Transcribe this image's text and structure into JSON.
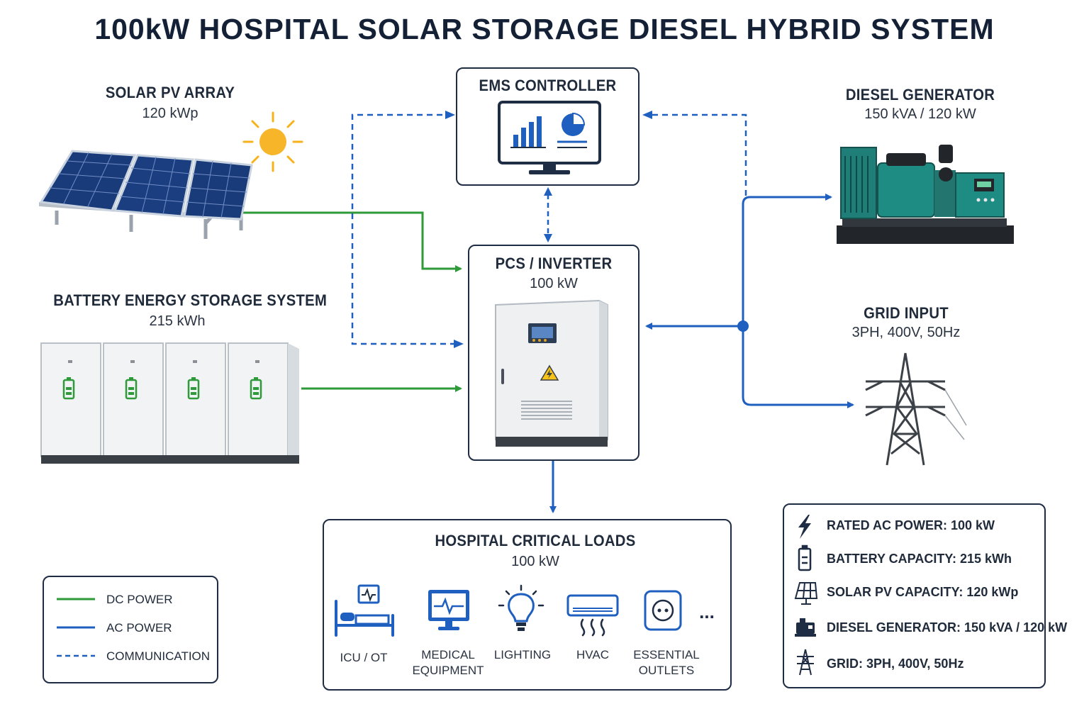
{
  "title": "100kW HOSPITAL SOLAR STORAGE DIESEL HYBRID SYSTEM",
  "components": {
    "solar": {
      "name": "SOLAR PV ARRAY",
      "rating": "120 kWp"
    },
    "battery": {
      "name": "BATTERY ENERGY STORAGE SYSTEM",
      "rating": "215 kWh"
    },
    "ems": {
      "name": "EMS CONTROLLER"
    },
    "pcs": {
      "name": "PCS / INVERTER",
      "rating": "100 kW"
    },
    "diesel": {
      "name": "DIESEL GENERATOR",
      "rating": "150 kVA / 120 kW"
    },
    "grid": {
      "name": "GRID INPUT",
      "rating": "3PH, 400V, 50Hz"
    },
    "loads": {
      "name": "HOSPITAL CRITICAL LOADS",
      "rating": "100 kW",
      "items": [
        "ICU / OT",
        "MEDICAL EQUIPMENT",
        "LIGHTING",
        "HVAC",
        "ESSENTIAL OUTLETS"
      ],
      "more": "..."
    }
  },
  "legend": [
    {
      "label": "DC POWER",
      "color": "#2e9a3a",
      "style": "solid"
    },
    {
      "label": "AC POWER",
      "color": "#1f5fbf",
      "style": "solid"
    },
    {
      "label": "COMMUNICATION",
      "color": "#1f5fbf",
      "style": "dashed"
    }
  ],
  "specs": [
    {
      "label": "RATED AC POWER:",
      "value": "100 kW",
      "icon": "lightning-icon"
    },
    {
      "label": "BATTERY CAPACITY:",
      "value": "215 kWh",
      "icon": "battery-icon"
    },
    {
      "label": "SOLAR PV CAPACITY:",
      "value": "120 kWp",
      "icon": "solar-panel-icon"
    },
    {
      "label": "DIESEL GENERATOR:",
      "value": "150 kVA / 120 kW",
      "icon": "generator-icon"
    },
    {
      "label": "GRID:",
      "value": "3PH, 400V, 50Hz",
      "icon": "pylon-icon"
    }
  ],
  "colors": {
    "dc": "#2e9a3a",
    "ac": "#1f5fbf",
    "border": "#1f2d44",
    "accent": "#0f3e8c"
  }
}
